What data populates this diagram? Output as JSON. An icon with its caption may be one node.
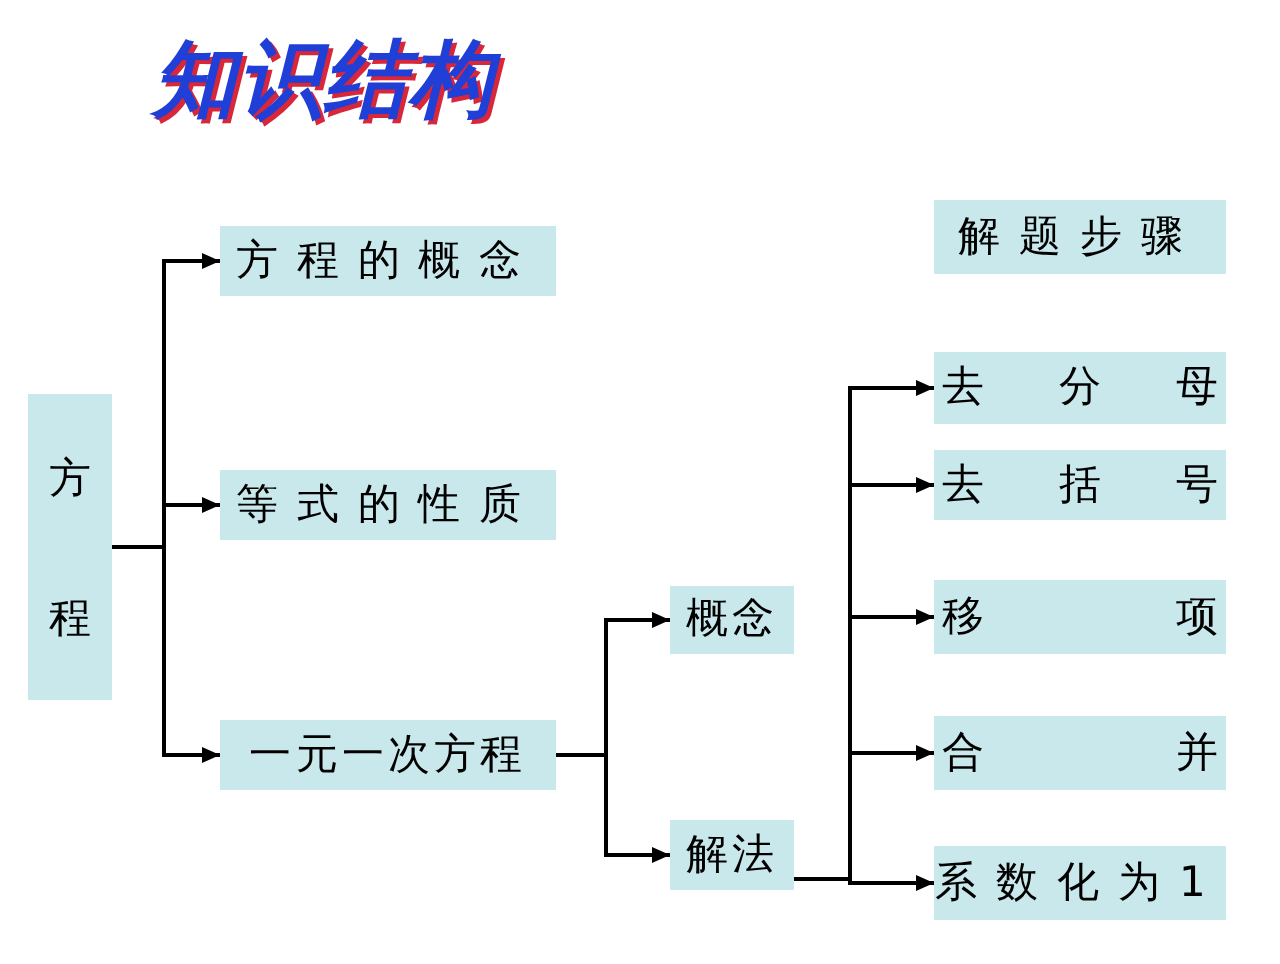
{
  "diagram": {
    "title": "知识结构",
    "nodes": [
      {
        "text": [
          "方程"
        ]
      },
      {
        "text": [
          "方程的概念"
        ]
      },
      {
        "text": [
          "等式的性质"
        ]
      },
      {
        "text": [
          "一元一次方程"
        ]
      },
      {
        "text": [
          "概念"
        ]
      },
      {
        "text": [
          "解法"
        ]
      },
      {
        "text": [
          "解题步骤"
        ]
      },
      {
        "text": [
          "去分母"
        ]
      },
      {
        "text": [
          "去括号"
        ]
      },
      {
        "text": [
          "移项"
        ]
      },
      {
        "text": [
          "合并"
        ]
      },
      {
        "text": [
          "系数化为1"
        ]
      }
    ],
    "edges": [
      {
        "from": 0,
        "to": 1,
        "arrow": "to"
      },
      {
        "from": 0,
        "to": 2,
        "arrow": "to"
      },
      {
        "from": 0,
        "to": 3,
        "arrow": "to"
      },
      {
        "from": 3,
        "to": 4,
        "arrow": "to"
      },
      {
        "from": 3,
        "to": 5,
        "arrow": "to"
      },
      {
        "from": 5,
        "to": 7,
        "arrow": "to"
      },
      {
        "from": 5,
        "to": 8,
        "arrow": "to"
      },
      {
        "from": 5,
        "to": 9,
        "arrow": "to"
      },
      {
        "from": 5,
        "to": 10,
        "arrow": "to"
      },
      {
        "from": 5,
        "to": 11,
        "arrow": "to"
      }
    ]
  }
}
